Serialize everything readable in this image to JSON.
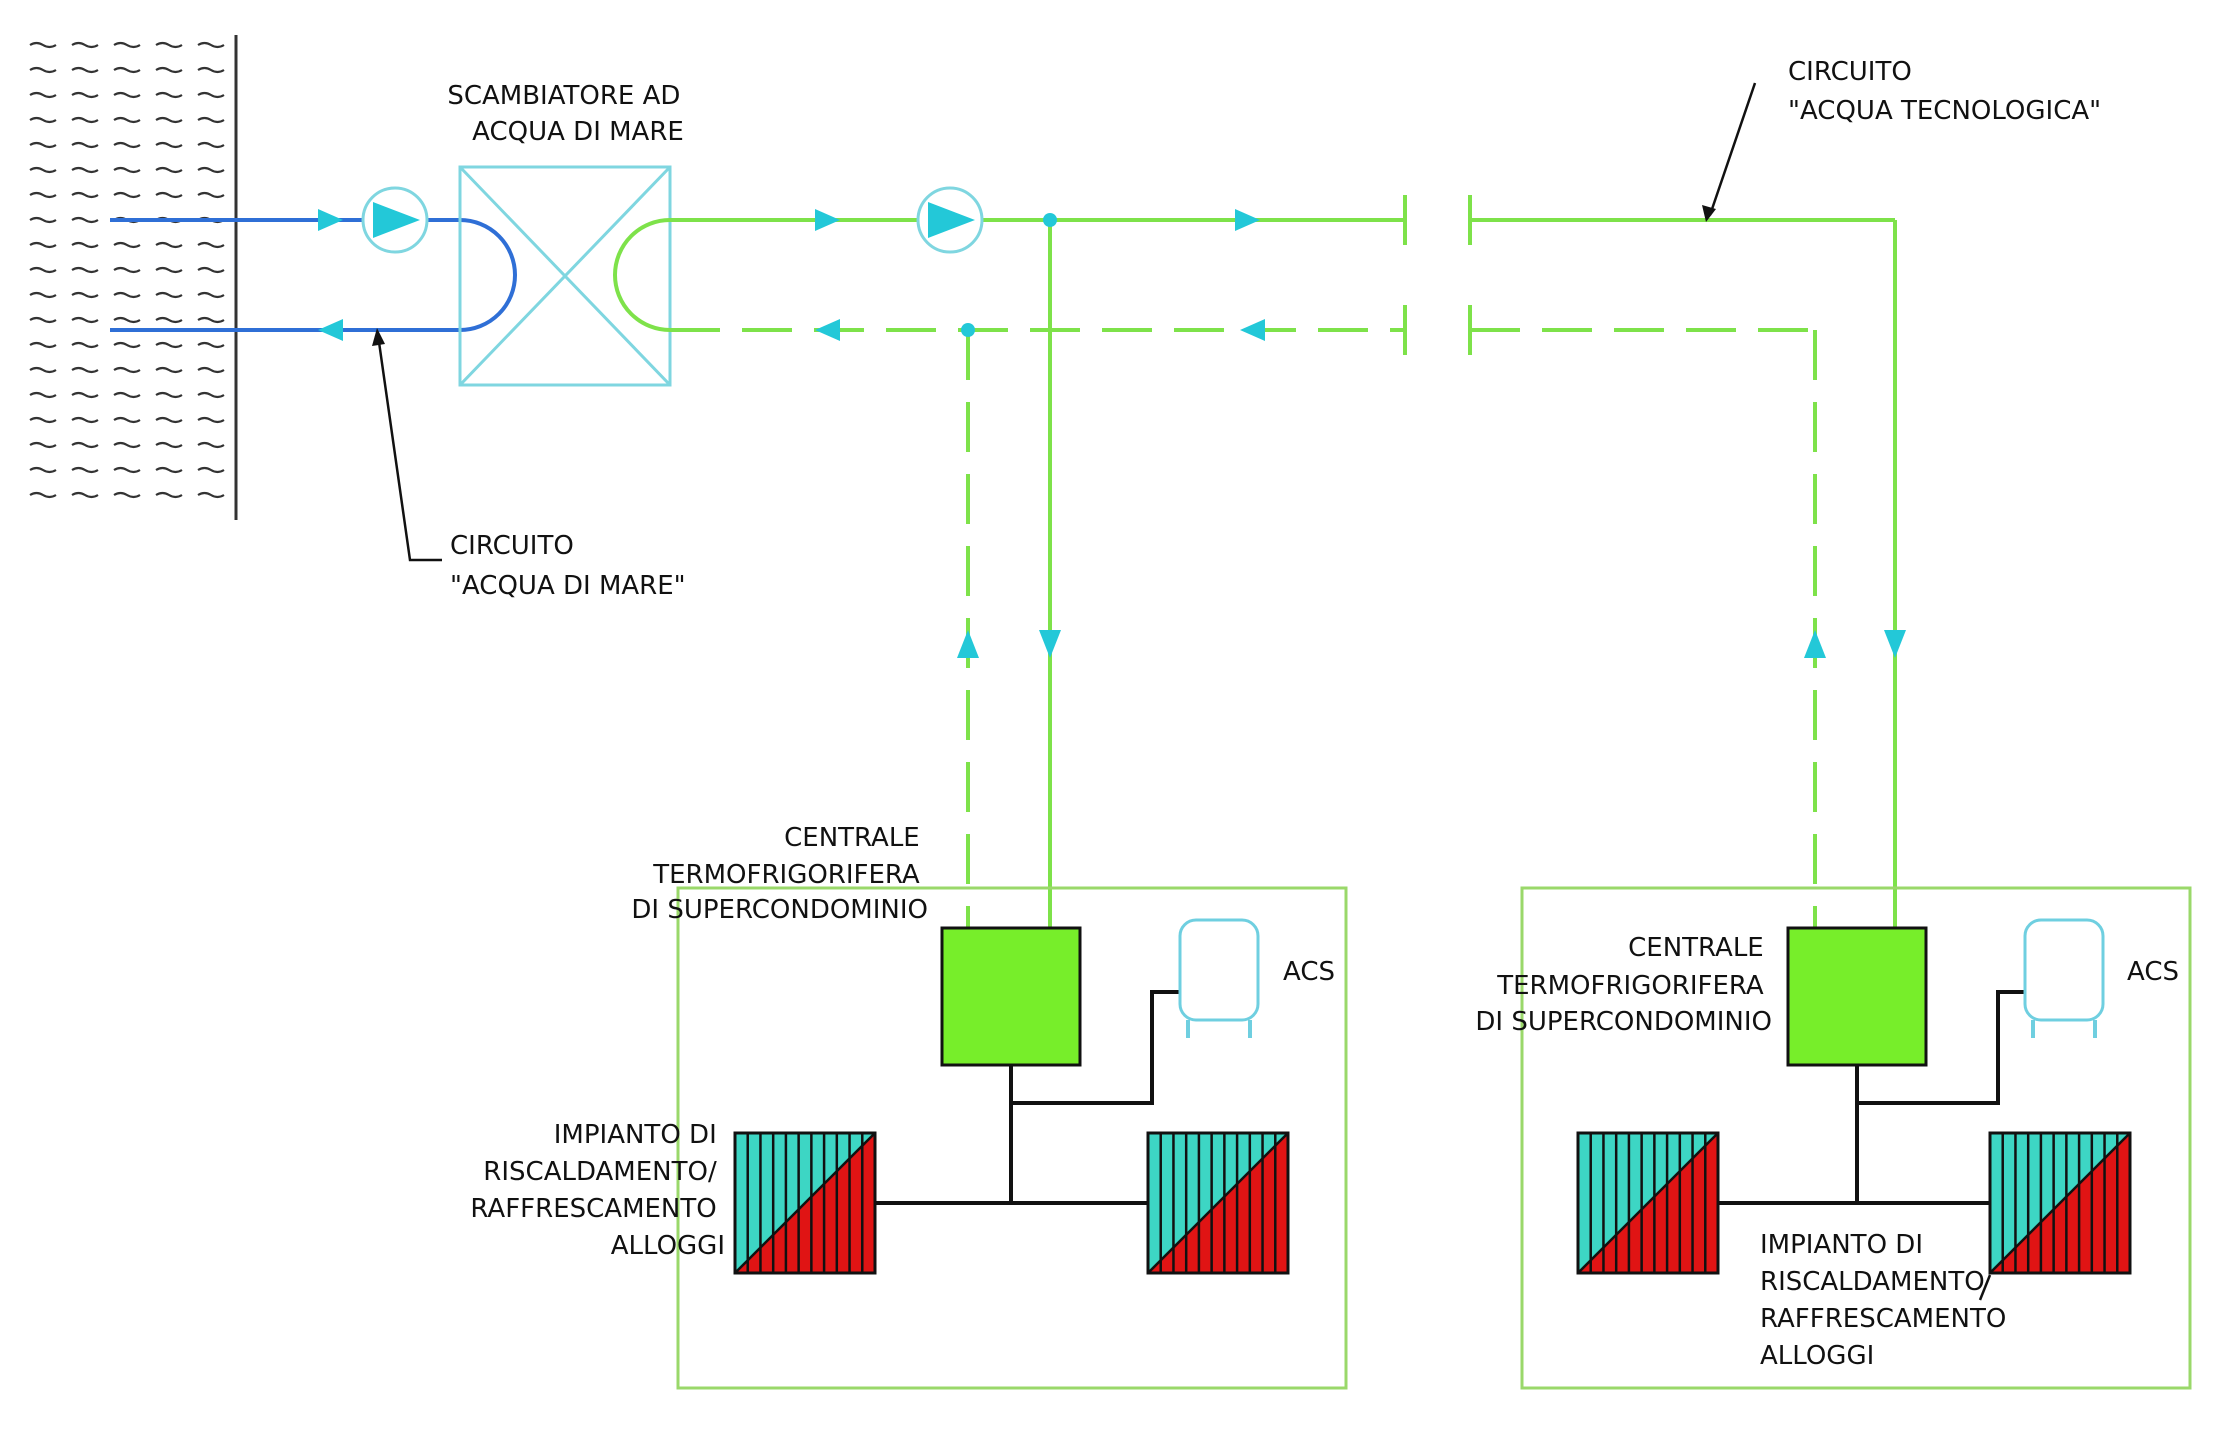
{
  "colors": {
    "sea_water": "#2f6fd6",
    "tech_water": "#7ee24a",
    "arrow": "#23c8d8",
    "exchanger": "#7fd6e0",
    "plant_fill": "#77ee2a",
    "tank": "#6fcfe0",
    "radiator_hot": "#e01414",
    "radiator_cold": "#3dd6c4",
    "sea_hatch": "#333333",
    "text": "#111111"
  },
  "labels": {
    "exchanger_line1": "SCAMBIATORE AD",
    "exchanger_line2": "ACQUA DI MARE",
    "tech_circuit_line1": "CIRCUITO",
    "tech_circuit_line2": "\"ACQUA TECNOLOGICA\"",
    "sea_circuit_line1": "CIRCUITO",
    "sea_circuit_line2": "\"ACQUA DI MARE\"",
    "plant_left_line1": "CENTRALE",
    "plant_left_line2": "TERMOFRIGORIFERA",
    "plant_left_line3": "DI SUPERCONDOMINIO",
    "plant_right_line1": "CENTRALE",
    "plant_right_line2": "TERMOFRIGORIFERA",
    "plant_right_line3": "DI SUPERCONDOMINIO",
    "acs_left": "ACS",
    "acs_right": "ACS",
    "system_left_line1": "IMPIANTO DI",
    "system_left_line2": "RISCALDAMENTO/",
    "system_left_line3": "RAFFRESCAMENTO",
    "system_left_line4": "ALLOGGI",
    "system_right_line1": "IMPIANTO DI",
    "system_right_line2": "RISCALDAMENTO",
    "system_right_line3": "RAFFRESCAMENTO",
    "system_right_line4": "ALLOGGI"
  },
  "icons": [
    "sea-icon",
    "pump-icon",
    "heat-exchanger-icon",
    "storage-tank-icon",
    "radiator-icon",
    "flow-arrow-icon"
  ]
}
